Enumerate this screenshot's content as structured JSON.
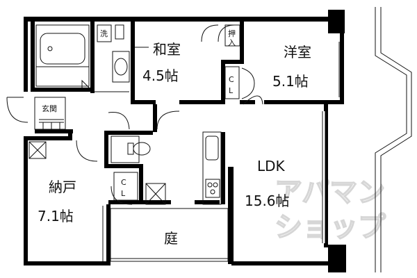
{
  "rooms": {
    "washitsu": {
      "name": "和室",
      "size": "4.5帖"
    },
    "youshitsu": {
      "name": "洋室",
      "size": "5.1帖"
    },
    "ldk": {
      "name": "LDK",
      "size": "15.6帖"
    },
    "nando": {
      "name": "納戸",
      "size": "7.1帖"
    },
    "niwa": {
      "name": "庭"
    }
  },
  "labels": {
    "genkan": "玄関",
    "sen": "洗",
    "oshiire": "押入",
    "closet_top": "CL",
    "closet_mid": "CL"
  },
  "watermark": {
    "line1": "アパマン",
    "line2": "ショップ"
  },
  "colors": {
    "wall": "#000000",
    "line": "#111111",
    "watermark": "#d6d6d6"
  }
}
